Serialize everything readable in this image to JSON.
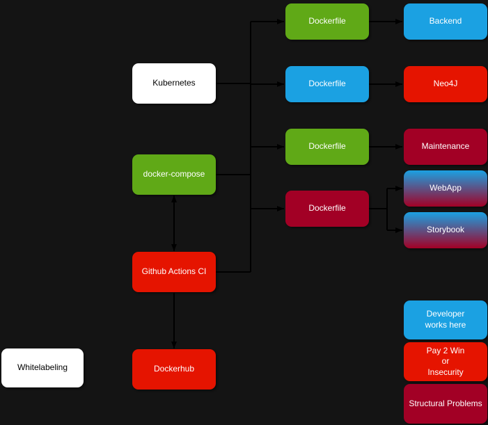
{
  "diagram": {
    "background_color": "#141414",
    "edge_color": "#000000",
    "colors": {
      "green": "#60A917",
      "blue": "#1BA1E2",
      "red": "#E51400",
      "crimson": "#A20025",
      "white": "#FFFFFF"
    },
    "nodes": {
      "kubernetes": {
        "label": "Kubernetes",
        "color": "white"
      },
      "docker_compose": {
        "label": "docker-compose",
        "color": "green"
      },
      "github_actions_ci": {
        "label": "Github Actions CI",
        "color": "red"
      },
      "dockerhub": {
        "label": "Dockerhub",
        "color": "red"
      },
      "whitelabeling": {
        "label": "Whitelabeling",
        "color": "white"
      },
      "dockerfile_backend": {
        "label": "Dockerfile",
        "color": "green"
      },
      "backend": {
        "label": "Backend",
        "color": "blue"
      },
      "dockerfile_neo4j": {
        "label": "Dockerfile",
        "color": "blue"
      },
      "neo4j": {
        "label": "Neo4J",
        "color": "red"
      },
      "dockerfile_maintenance": {
        "label": "Dockerfile",
        "color": "green"
      },
      "maintenance": {
        "label": "Maintenance",
        "color": "crimson"
      },
      "dockerfile_webapp": {
        "label": "Dockerfile",
        "color": "crimson"
      },
      "webapp": {
        "label": "WebApp",
        "color": "blue-crimson-gradient"
      },
      "storybook": {
        "label": "Storybook",
        "color": "blue-crimson-gradient"
      }
    },
    "legend": {
      "developer": {
        "label": "Developer\nworks here",
        "color": "blue"
      },
      "pay2win": {
        "label": "Pay 2 Win\nor\nInsecurity",
        "color": "red"
      },
      "structural": {
        "label": "Structural Problems",
        "color": "crimson"
      }
    },
    "edges": [
      {
        "from": "kubernetes",
        "to": "dockerfile-bus"
      },
      {
        "from": "docker_compose",
        "to": "dockerfile-bus"
      },
      {
        "from": "github_actions_ci",
        "to": "dockerfile-bus"
      },
      {
        "from": "dockerfile-bus",
        "to": "dockerfile_backend"
      },
      {
        "from": "dockerfile-bus",
        "to": "dockerfile_neo4j"
      },
      {
        "from": "dockerfile-bus",
        "to": "dockerfile_maintenance"
      },
      {
        "from": "dockerfile-bus",
        "to": "dockerfile_webapp"
      },
      {
        "from": "dockerfile_backend",
        "to": "backend"
      },
      {
        "from": "dockerfile_neo4j",
        "to": "neo4j"
      },
      {
        "from": "dockerfile_maintenance",
        "to": "maintenance"
      },
      {
        "from": "dockerfile_webapp",
        "to": "webapp"
      },
      {
        "from": "dockerfile_webapp",
        "to": "storybook"
      },
      {
        "from": "docker_compose",
        "to": "github_actions_ci",
        "bidirectional": true
      },
      {
        "from": "github_actions_ci",
        "to": "dockerhub"
      }
    ]
  }
}
